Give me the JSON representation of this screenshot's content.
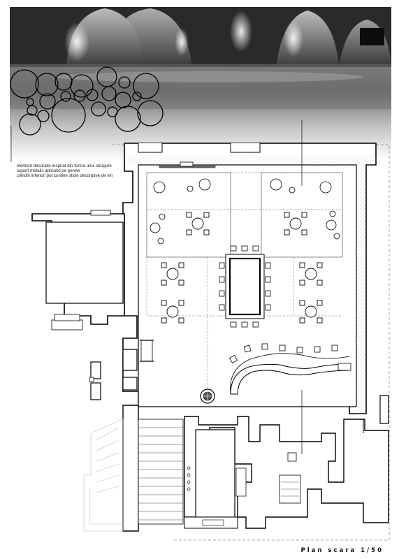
{
  "annotations": {
    "line1": "element decorativ inspirat din forma unui strugure",
    "line2": "suport metalic aplicobil pe perete",
    "line3": "cilindrii inferiori pot contine sticle decorative de vin"
  },
  "caption": "Plan scara 1/50",
  "colors": {
    "wall_fill": "#ffffff",
    "wall_stroke": "#000000",
    "grid_dash": "#9a9a9a",
    "photo_dark": "#1e1e1e",
    "photo_light": "#cfcfcf"
  }
}
